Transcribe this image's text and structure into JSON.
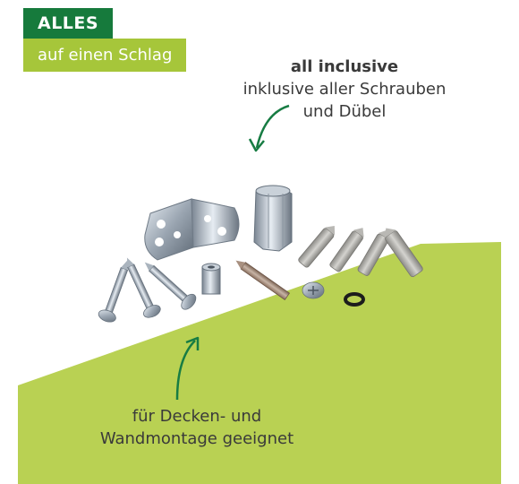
{
  "badge": {
    "line1": "ALLES",
    "line2": "auf einen Schlag"
  },
  "caption_top": {
    "line1": "all inclusive",
    "line2": "inklusive aller Schrauben",
    "line3": "und Dübel"
  },
  "caption_bottom": {
    "line1": "für Decken- und",
    "line2": "Wandmontage geeignet"
  },
  "colors": {
    "dark_green": "#167a3c",
    "lime_green": "#a6c63a",
    "background_green": "#b9d153",
    "arrow_green": "#177c43"
  },
  "icons": [
    "arrow-down-icon",
    "arrow-up-icon"
  ]
}
